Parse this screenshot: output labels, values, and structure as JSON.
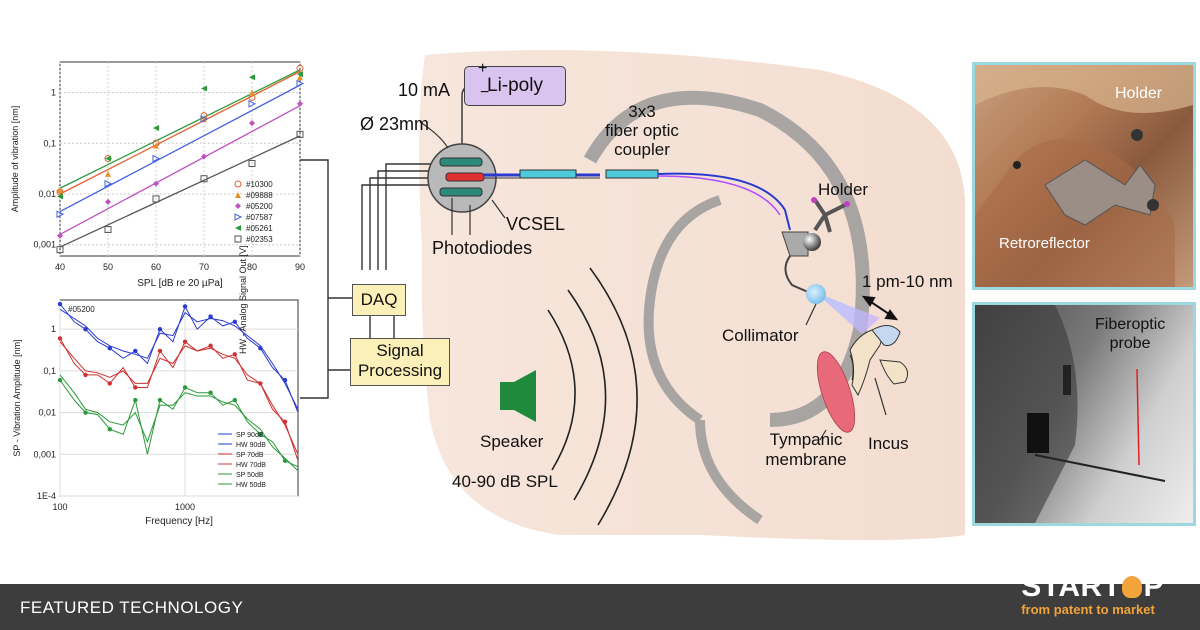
{
  "footer": {
    "label": "FEATURED TECHNOLOGY",
    "logo_word_left": "START",
    "logo_word_right": "P",
    "logo_tagline": "from patent to market",
    "accent": "#f2a33a"
  },
  "diagram": {
    "current": "10 mA",
    "battery": "Li-poly",
    "plus": "+",
    "minus": "−",
    "diameter": "Ø 23mm",
    "coupler_lines": [
      "3x3",
      "fiber optic",
      "coupler"
    ],
    "vcsel": "VCSEL",
    "photodiodes": "Photodiodes",
    "daq": "DAQ",
    "signal_processing_lines": [
      "Signal",
      "Processing"
    ],
    "holder": "Holder",
    "collimator": "Collimator",
    "range": "1 pm-10 nm",
    "speaker": "Speaker",
    "spl": "40-90 dB SPL",
    "tympanic_lines": [
      "Tympanic",
      "membrane"
    ],
    "incus": "Incus",
    "axis_side_label": "HW - Analog Signal Out [V]"
  },
  "photos": {
    "top": {
      "holder": "Holder",
      "retroreflector": "Retroreflector"
    },
    "bottom": {
      "probe_lines": [
        "Fiberoptic",
        "probe"
      ]
    }
  },
  "chart_data": [
    {
      "type": "scatter",
      "ylabel": "Amplitude of vibration [nm]",
      "xlabel": "SPL [dB re 20 µPa]",
      "x_ticks": [
        "40",
        "50",
        "60",
        "70",
        "80",
        "90"
      ],
      "y_ticks": [
        "0,001",
        "0,01",
        "0,1",
        "1"
      ],
      "yscale": "log",
      "xlim": [
        40,
        90
      ],
      "ylim": [
        0.0006,
        4
      ],
      "legend": "bottom-right",
      "series": [
        {
          "name": "#10300",
          "color": "#e06030",
          "marker": "o",
          "x": [
            40,
            50,
            60,
            70,
            80,
            90
          ],
          "y": [
            0.011,
            0.05,
            0.1,
            0.35,
            0.8,
            3.0
          ]
        },
        {
          "name": "#09888",
          "color": "#e8902a",
          "marker": "^",
          "x": [
            40,
            50,
            60,
            70,
            80,
            90
          ],
          "y": [
            0.012,
            0.025,
            0.09,
            0.3,
            1.0,
            2.0
          ]
        },
        {
          "name": "#05200",
          "color": "#c050c0",
          "marker": "d",
          "x": [
            40,
            50,
            60,
            70,
            80,
            90
          ],
          "y": [
            0.0015,
            0.007,
            0.016,
            0.055,
            0.25,
            0.6
          ]
        },
        {
          "name": "#07587",
          "color": "#4060e0",
          "marker": ">",
          "x": [
            40,
            50,
            60,
            70,
            80,
            90
          ],
          "y": [
            0.004,
            0.016,
            0.05,
            0.3,
            0.6,
            1.5
          ]
        },
        {
          "name": "#05261",
          "color": "#2a9a3a",
          "marker": "<",
          "x": [
            40,
            50,
            60,
            70,
            80,
            90
          ],
          "y": [
            0.009,
            0.05,
            0.2,
            1.2,
            2.0,
            2.3
          ]
        },
        {
          "name": "#02353",
          "color": "#555555",
          "marker": "s",
          "x": [
            40,
            50,
            60,
            70,
            80,
            90
          ],
          "y": [
            0.0008,
            0.002,
            0.008,
            0.02,
            0.04,
            0.15
          ]
        }
      ],
      "fit_lines": [
        {
          "color": "#e06030",
          "x": [
            40,
            90
          ],
          "y": [
            0.01,
            2.6
          ]
        },
        {
          "color": "#2a9a3a",
          "x": [
            40,
            90
          ],
          "y": [
            0.013,
            2.8
          ]
        },
        {
          "color": "#c050c0",
          "x": [
            40,
            90
          ],
          "y": [
            0.0016,
            0.55
          ]
        },
        {
          "color": "#4060e0",
          "x": [
            40,
            90
          ],
          "y": [
            0.0045,
            1.4
          ]
        },
        {
          "color": "#555555",
          "x": [
            40,
            90
          ],
          "y": [
            0.0009,
            0.14
          ]
        }
      ]
    },
    {
      "type": "line",
      "title": "#05200",
      "ylabel": "SP - Vibration Amplitude [nm]",
      "xlabel": "Frequency [Hz]",
      "xscale": "log",
      "yscale": "log",
      "xlim": [
        100,
        8000
      ],
      "ylim": [
        0.0001,
        5
      ],
      "x_ticks": [
        "100",
        "1000"
      ],
      "y_ticks": [
        "1E-4",
        "0,001",
        "0,01",
        "0,1",
        "1"
      ],
      "legend": "bottom-right",
      "series": [
        {
          "name": "SP 90dB",
          "color": "#2a3ad0",
          "style": "marker-line",
          "x": [
            100,
            130,
            160,
            200,
            250,
            320,
            400,
            500,
            630,
            800,
            1000,
            1250,
            1600,
            2000,
            2500,
            3150,
            4000,
            5000,
            6300,
            8000
          ],
          "y": [
            4,
            1.5,
            1.0,
            0.5,
            0.35,
            0.2,
            0.3,
            0.15,
            1.0,
            0.5,
            3.5,
            1.0,
            2.0,
            1.2,
            1.5,
            0.6,
            0.35,
            0.12,
            0.06,
            0.01
          ]
        },
        {
          "name": "HW 90dB",
          "color": "#2a3ad0",
          "style": "line",
          "x": [
            100,
            130,
            160,
            200,
            250,
            320,
            400,
            500,
            630,
            800,
            1000,
            1250,
            1600,
            2000,
            2500,
            3150,
            4000,
            5000,
            6300,
            8000
          ],
          "y": [
            3,
            1.8,
            1.2,
            0.6,
            0.4,
            0.3,
            0.25,
            0.2,
            0.8,
            0.7,
            2.5,
            1.5,
            1.8,
            1.6,
            1.2,
            0.7,
            0.4,
            0.15,
            0.05,
            0.012
          ]
        },
        {
          "name": "SP 70dB",
          "color": "#d03030",
          "style": "marker-line",
          "x": [
            100,
            130,
            160,
            200,
            250,
            320,
            400,
            500,
            630,
            800,
            1000,
            1250,
            1600,
            2000,
            2500,
            3150,
            4000,
            5000,
            6300,
            8000
          ],
          "y": [
            0.6,
            0.15,
            0.08,
            0.08,
            0.05,
            0.12,
            0.04,
            0.04,
            0.3,
            0.12,
            0.5,
            0.3,
            0.4,
            0.2,
            0.25,
            0.06,
            0.05,
            0.012,
            0.006,
            0.0007
          ]
        },
        {
          "name": "HW 70dB",
          "color": "#d03030",
          "style": "line",
          "x": [
            100,
            130,
            160,
            200,
            250,
            320,
            400,
            500,
            630,
            800,
            1000,
            1250,
            1600,
            2000,
            2500,
            3150,
            4000,
            5000,
            6300,
            8000
          ],
          "y": [
            0.5,
            0.2,
            0.1,
            0.09,
            0.07,
            0.1,
            0.05,
            0.05,
            0.2,
            0.15,
            0.4,
            0.3,
            0.35,
            0.25,
            0.2,
            0.08,
            0.05,
            0.015,
            0.005,
            0.001
          ]
        },
        {
          "name": "SP 50dB",
          "color": "#2a9a3a",
          "style": "marker-line",
          "x": [
            100,
            130,
            160,
            200,
            250,
            320,
            400,
            500,
            630,
            800,
            1000,
            1250,
            1600,
            2000,
            2500,
            3150,
            4000,
            5000,
            6300,
            8000
          ],
          "y": [
            0.06,
            0.02,
            0.01,
            0.009,
            0.004,
            0.003,
            0.02,
            0.001,
            0.02,
            0.012,
            0.04,
            0.03,
            0.03,
            0.015,
            0.02,
            0.006,
            0.003,
            0.002,
            0.0007,
            0.0005
          ]
        },
        {
          "name": "HW 50dB",
          "color": "#2a9a3a",
          "style": "line",
          "x": [
            100,
            130,
            160,
            200,
            250,
            320,
            400,
            500,
            630,
            800,
            1000,
            1250,
            1600,
            2000,
            2500,
            3150,
            4000,
            5000,
            6300,
            8000
          ],
          "y": [
            0.08,
            0.03,
            0.012,
            0.01,
            0.006,
            0.005,
            0.01,
            0.002,
            0.015,
            0.015,
            0.03,
            0.025,
            0.025,
            0.018,
            0.015,
            0.007,
            0.004,
            0.0015,
            0.0008,
            0.0004
          ]
        }
      ]
    }
  ]
}
